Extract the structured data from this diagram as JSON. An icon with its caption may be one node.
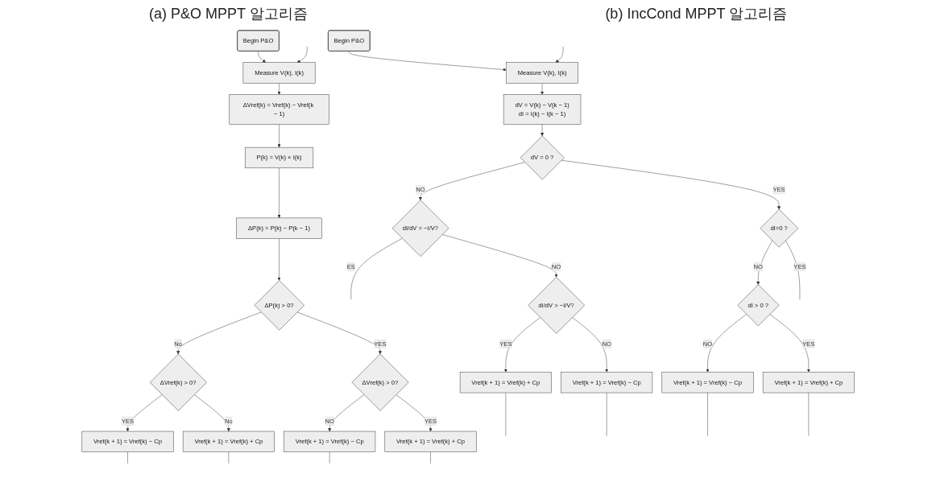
{
  "diagram": {
    "nodes": [
      {
        "text": [
          "Begin P&O"
        ]
      },
      {
        "text": [
          "Measure V(k), I(k)"
        ]
      },
      {
        "text": [
          "ΔVref(k) = Vref(k) − Vref(k − 1)"
        ]
      },
      {
        "text": [
          "P(k) = V(k) × I(k)"
        ]
      },
      {
        "text": [
          "ΔP(k) = P(k) − P(k − 1)"
        ]
      },
      {
        "text": [
          "ΔP(k) > 0?"
        ]
      },
      {
        "text": [
          "ΔVref(k) > 0?"
        ]
      },
      {
        "text": [
          "ΔVref(k) > 0?"
        ]
      },
      {
        "text": [
          "Vref(k + 1) = Vref(k) − Cp"
        ]
      },
      {
        "text": [
          "Vref(k + 1) = Vref(k) + Cp"
        ]
      },
      {
        "text": [
          "Vref(k + 1) = Vref(k) − Cp"
        ]
      },
      {
        "text": [
          "Vref(k + 1) = Vref(k) + Cp"
        ]
      },
      {
        "text": [
          "Begin P&O"
        ]
      },
      {
        "text": [
          "Measure V(k), I(k)"
        ]
      },
      {
        "text": [
          "dV = V(k) − V(k − 1)",
          "dI = I(k) − I(k − 1)"
        ]
      },
      {
        "text": [
          "dV = 0 ?"
        ]
      },
      {
        "text": [
          "dI/dV = −I/V?"
        ]
      },
      {
        "text": [
          "dI=0 ?"
        ]
      },
      {
        "text": [
          "dI/dV > −I/V?"
        ]
      },
      {
        "text": [
          "dI > 0 ?"
        ]
      },
      {
        "text": [
          "Vref(k + 1) = Vref(k) + Cp"
        ]
      },
      {
        "text": [
          "Vref(k + 1) = Vref(k) − Cp"
        ]
      },
      {
        "text": [
          "Vref(k + 1) = Vref(k) − Cp"
        ]
      },
      {
        "text": [
          "Vref(k + 1) = Vref(k) + Cp"
        ]
      }
    ],
    "edges": [
      {
        "from": 0,
        "to": 1,
        "arrow": "to"
      },
      {
        "from": null,
        "to": 1,
        "arrow": "to"
      },
      {
        "from": 1,
        "to": 2,
        "arrow": "to"
      },
      {
        "from": 2,
        "to": 3,
        "arrow": "to"
      },
      {
        "from": 3,
        "to": 4,
        "arrow": "to"
      },
      {
        "from": 4,
        "to": 5,
        "arrow": "to"
      },
      {
        "from": 5,
        "to": 6,
        "arrow": "to",
        "label": "No"
      },
      {
        "from": 5,
        "to": 7,
        "arrow": "to",
        "label": "YES"
      },
      {
        "from": 6,
        "to": 8,
        "arrow": "to",
        "label": "YES"
      },
      {
        "from": 6,
        "to": 9,
        "arrow": "to",
        "label": "No"
      },
      {
        "from": 7,
        "to": 10,
        "arrow": "to",
        "label": "NO"
      },
      {
        "from": 7,
        "to": 11,
        "arrow": "to",
        "label": "YES"
      },
      {
        "from": 8,
        "to": null,
        "arrow": "none"
      },
      {
        "from": 9,
        "to": null,
        "arrow": "none"
      },
      {
        "from": 10,
        "to": null,
        "arrow": "none"
      },
      {
        "from": 11,
        "to": null,
        "arrow": "none"
      },
      {
        "from": 12,
        "to": 13,
        "arrow": "to"
      },
      {
        "from": null,
        "to": 13,
        "arrow": "to"
      },
      {
        "from": 13,
        "to": 14,
        "arrow": "to"
      },
      {
        "from": 14,
        "to": 15,
        "arrow": "to"
      },
      {
        "from": 15,
        "to": 16,
        "arrow": "to",
        "label": "NO"
      },
      {
        "from": 15,
        "to": 17,
        "arrow": "to",
        "label": "YES"
      },
      {
        "from": 16,
        "to": null,
        "arrow": "none",
        "label": "ES"
      },
      {
        "from": 16,
        "to": 18,
        "arrow": "to",
        "label": "NO"
      },
      {
        "from": 18,
        "to": 20,
        "arrow": "to",
        "label": "YES"
      },
      {
        "from": 18,
        "to": 21,
        "arrow": "to",
        "label": "NO"
      },
      {
        "from": 17,
        "to": 19,
        "arrow": "to",
        "label": "NO"
      },
      {
        "from": 17,
        "to": null,
        "arrow": "none",
        "label": "YES"
      },
      {
        "from": 19,
        "to": 22,
        "arrow": "to",
        "label": "NO"
      },
      {
        "from": 19,
        "to": 23,
        "arrow": "to",
        "label": "YES"
      },
      {
        "from": 20,
        "to": null,
        "arrow": "none"
      },
      {
        "from": 21,
        "to": null,
        "arrow": "none"
      },
      {
        "from": 22,
        "to": null,
        "arrow": "none"
      },
      {
        "from": 23,
        "to": null,
        "arrow": "none"
      }
    ],
    "labels": [
      "(a) P&O MPPT 알고리즘",
      "(b) IncCond MPPT 알고리즘"
    ]
  }
}
